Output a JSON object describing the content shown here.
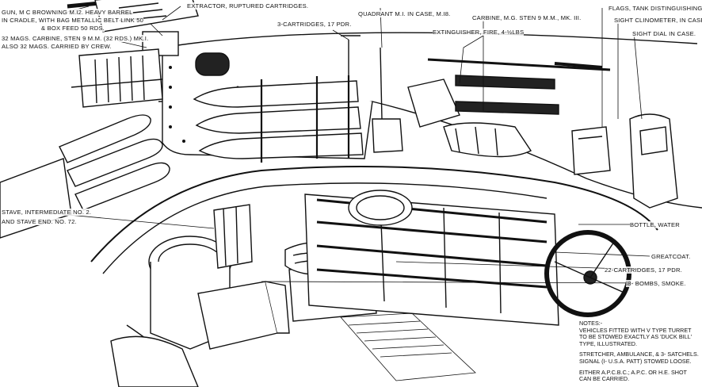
{
  "title": "Sherman Firefly turret stowage diagram",
  "labels": {
    "gun": [
      "GUN, M C BROWNING M.I2. HEAVY BARREL",
      "IN CRADLE, WITH BAG METALLIC BELT LINK 50",
      "& BOX FEED  50 RDS."
    ],
    "mags": [
      "32 MAGS. CARBINE, STEN 9 M.M. (32 RDS.) MK.I.",
      "ALSO 32 MAGS. CARRIED BY CREW."
    ],
    "extractor": "EXTRACTOR, RUPTURED CARTRIDGES.",
    "cartridges_upper": "3-CARTRIDGES, 17 PDR.",
    "quadrant": "QUADRANT M.I. IN CASE, M.I8.",
    "carbine": "CARBINE, M.G. STEN 9 M.M., MK. III.",
    "extinguisher": "EXTINGUISHER, FIRE, 4-½LBS",
    "flags": "FLAGS, TANK DISTINGUISHING",
    "clinometer": "SIGHT CLINOMETER, IN CASE.",
    "sight_dial": "SIGHT DIAL IN CASE.",
    "stave": [
      "STAVE, INTERMEDIATE No. 2.",
      "AND STAVE END. No. 72."
    ],
    "bottle": "BOTTLE, WATER",
    "greatcoat": "GREATCOAT.",
    "cartridges_lower": "22-CARTRIDGES, 17 PDR.",
    "bombs": "I8- BOMBS, SMOKE."
  },
  "notes": {
    "heading": "NOTES:-",
    "lines": [
      "VEHICLES FITTED WITH V TYPE TURRET",
      "TO BE STOWED EXACTLY AS 'DUCK BILL'",
      "TYPE, ILLUSTRATED."
    ],
    "lines2": [
      "STRETCHER, AMBULANCE, & 3- SATCHELS.",
      "SIGNAL (I- U.S.A. PATT) STOWED LOOSE."
    ],
    "lines3": [
      "EITHER A.P.C.B.C.; A.P.C. OR H.E. SHOT",
      "CAN BE CARRIED."
    ]
  }
}
